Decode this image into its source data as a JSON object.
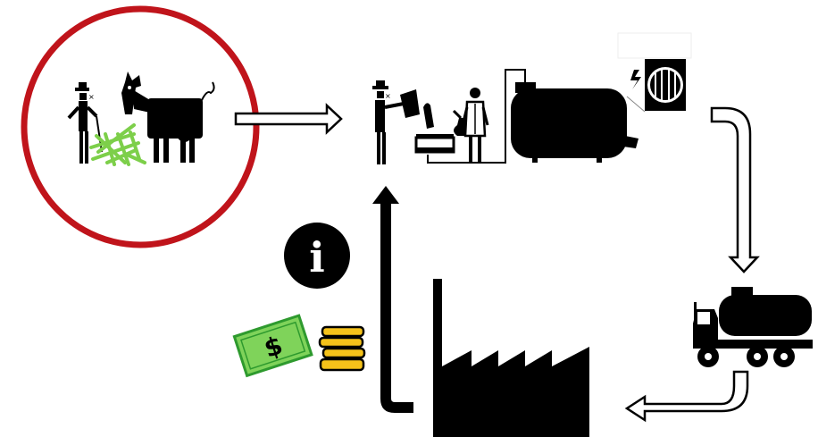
{
  "diagram": {
    "stages": [
      {
        "id": "feeding",
        "icons": [
          "farmer-icon",
          "grass-icon",
          "cow-icon"
        ],
        "highlighted": true
      },
      {
        "id": "milking-collection",
        "icons": [
          "farmer-pouring-icon",
          "milk-bucket-icon",
          "lab-technician-icon",
          "flask-icon",
          "milk-tank-icon",
          "electric-cooler-icon"
        ]
      },
      {
        "id": "transport",
        "icons": [
          "milk-tanker-truck-icon"
        ]
      },
      {
        "id": "processing",
        "icons": [
          "factory-icon"
        ]
      },
      {
        "id": "payment",
        "icons": [
          "banknote-icon",
          "coin-stack-icon"
        ]
      }
    ],
    "info_icon": {
      "label": "i"
    },
    "banknote": {
      "symbol": "$"
    }
  },
  "colors": {
    "highlight_ring": "#c0141b",
    "grass": "#7dcf4a",
    "banknote_fill": "#7fd35a",
    "banknote_dark": "#2e9a2e",
    "coins": "#f5c21a",
    "ink": "#000000"
  }
}
